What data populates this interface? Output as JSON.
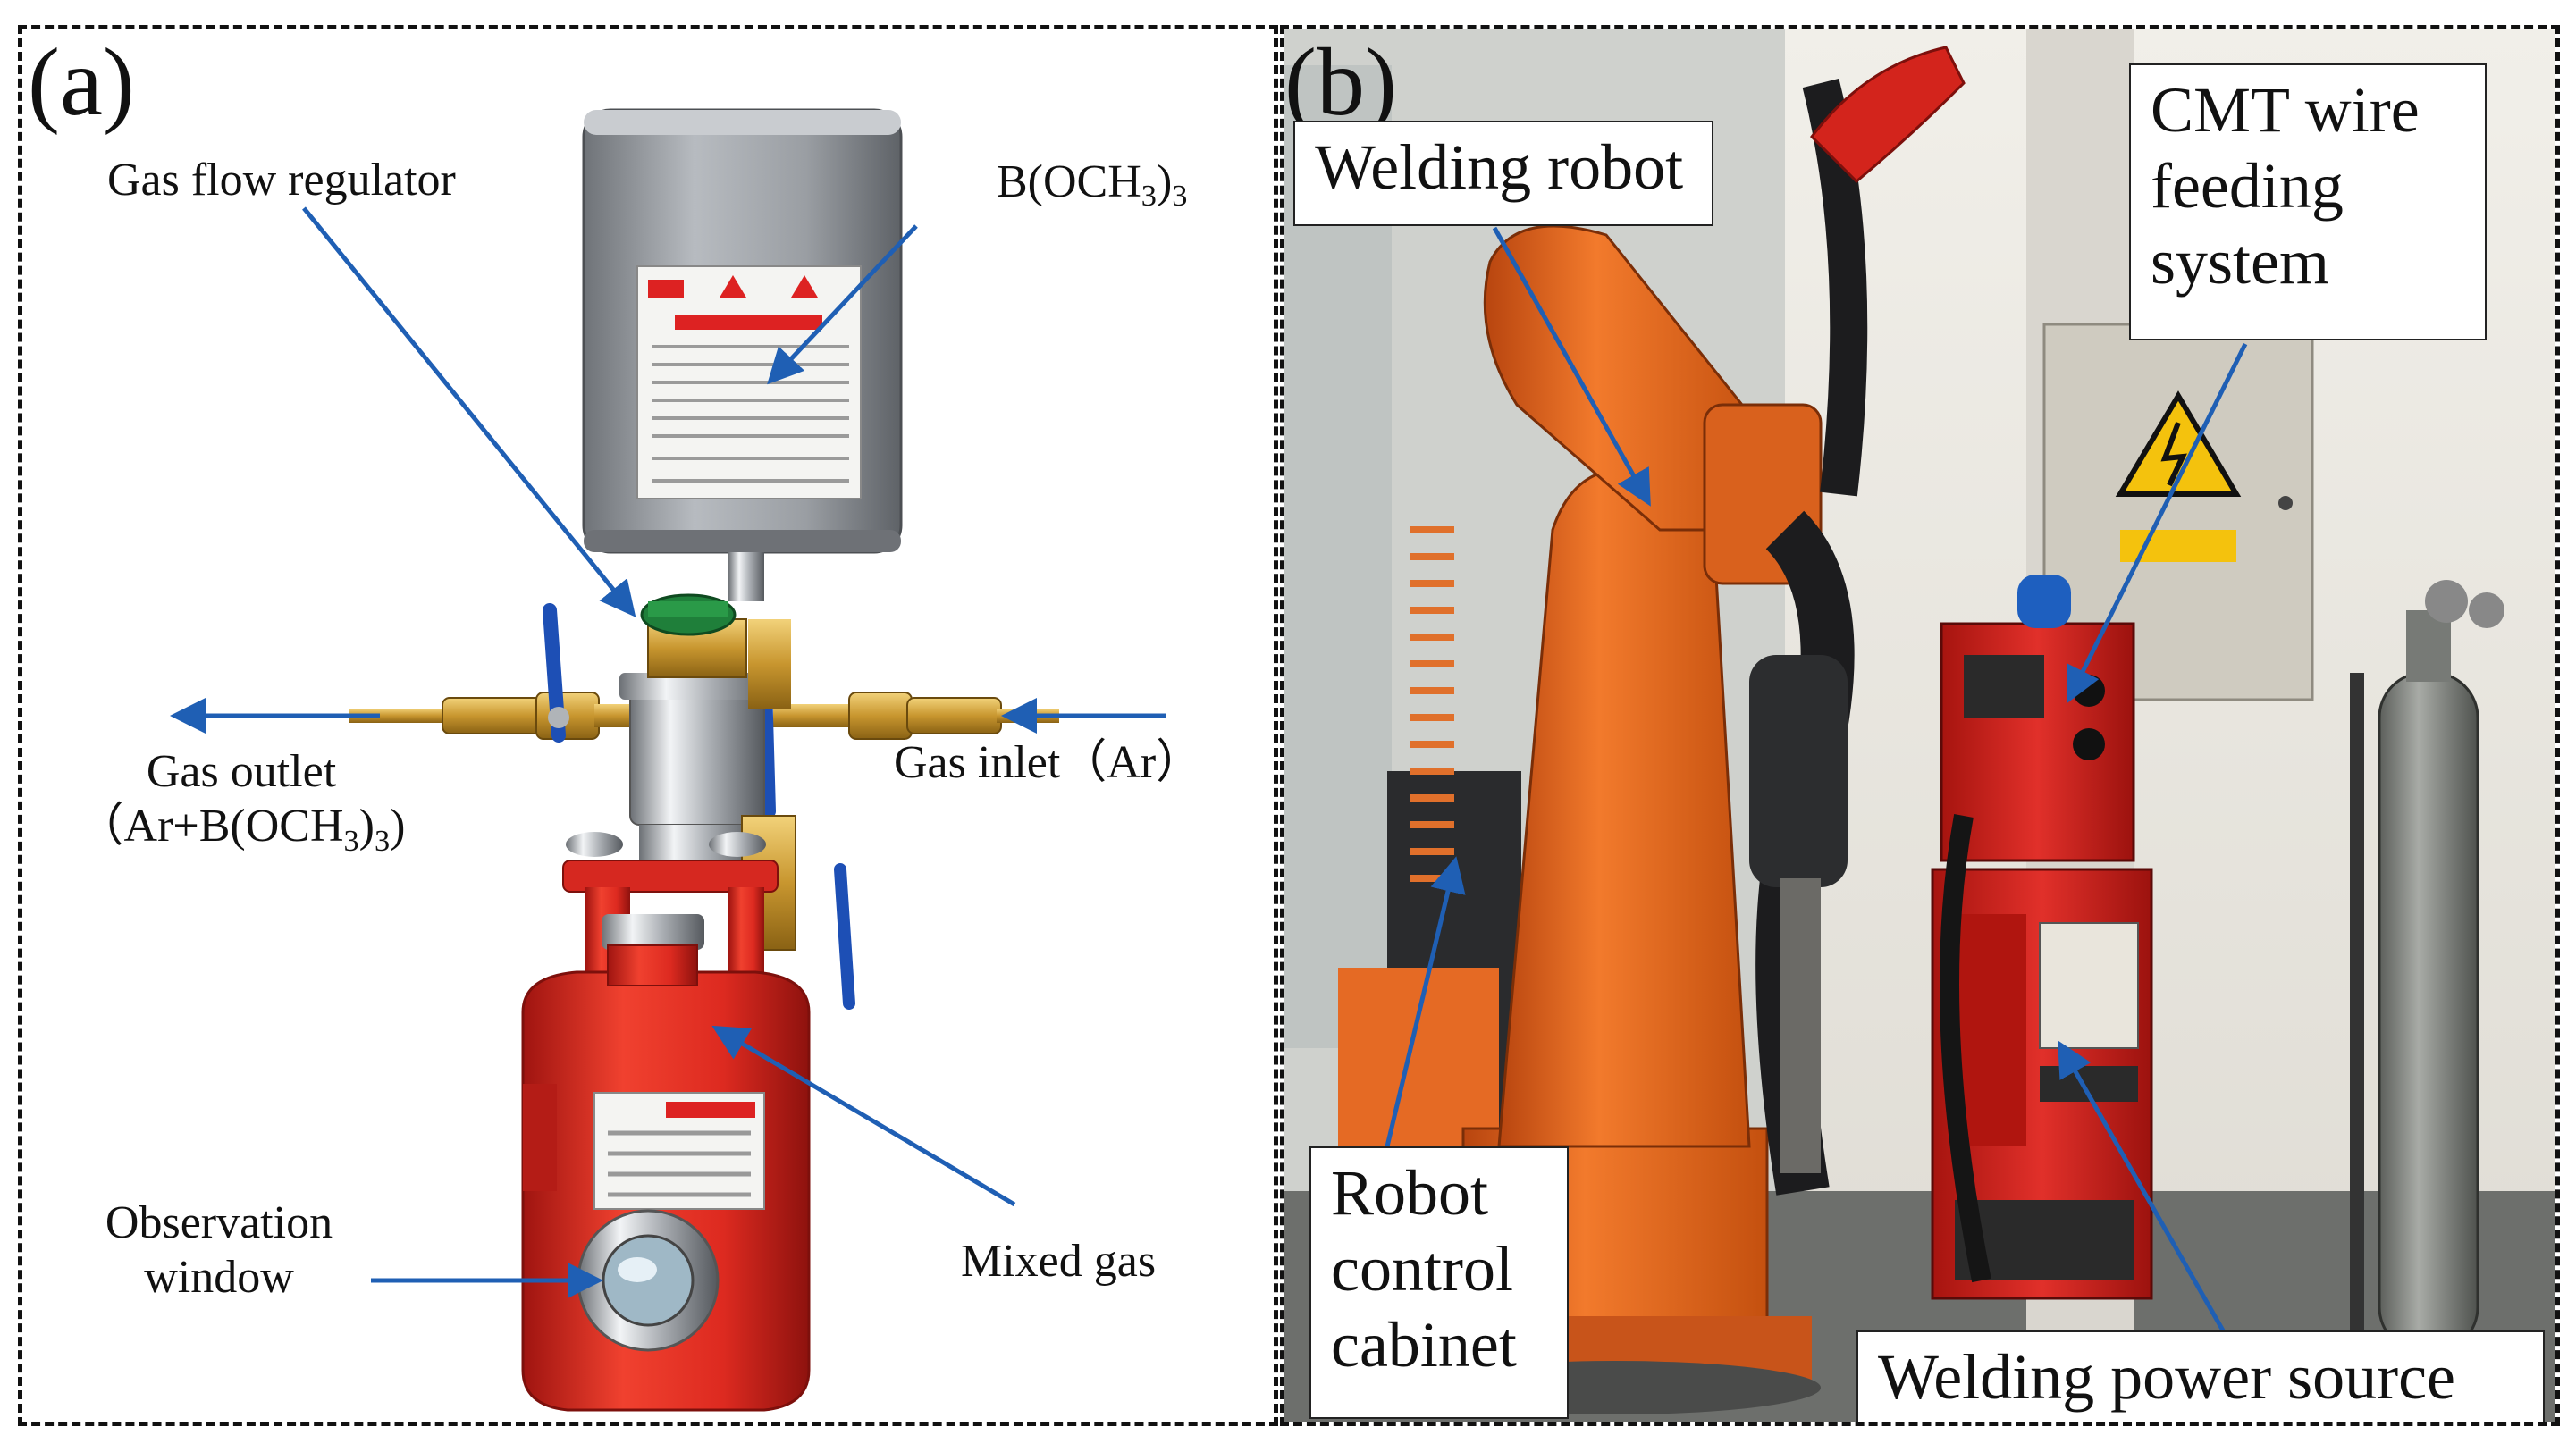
{
  "panel_a": {
    "label": "(a)",
    "annotations": {
      "gas_flow_regulator": "Gas flow regulator",
      "precursor_pre": "B(OCH",
      "precursor_sub": "3",
      "precursor_post": ")",
      "precursor_sub2": "3",
      "gas_outlet": "Gas outlet",
      "gas_outlet_pre": "（Ar+B(OCH",
      "gas_outlet_sub": "3",
      "gas_outlet_mid": ")",
      "gas_outlet_sub2": "3",
      "gas_outlet_post": ")",
      "gas_inlet": "Gas inlet（Ar）",
      "observation_line1": "Observation",
      "observation_line2": "window",
      "mixed_gas": "Mixed gas"
    }
  },
  "panel_b": {
    "label": "(b)",
    "annotations": {
      "welding_robot": "Welding robot",
      "cmt_line1": "CMT wire",
      "cmt_line2": "feeding",
      "cmt_line3": "system",
      "cabinet_line1": "Robot",
      "cabinet_line2": "control",
      "cabinet_line3": "cabinet",
      "power_source": "Welding power source"
    }
  },
  "colors": {
    "arrow": "#1f5fb4",
    "cylinder_red": "#e32a22",
    "canister_grey": "#9a9ea3",
    "robot_orange": "#e8641c",
    "machine_red": "#d7261e",
    "wall": "#e9e6df"
  }
}
